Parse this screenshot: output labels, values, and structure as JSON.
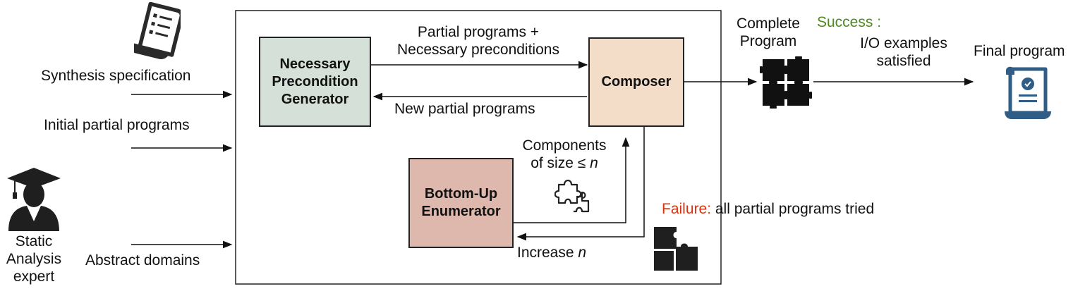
{
  "left_inputs": {
    "spec": "Synthesis specification",
    "initial": "Initial partial programs",
    "domains": "Abstract domains",
    "expert": [
      "Static",
      "Analysis",
      "expert"
    ]
  },
  "boxes": {
    "npg": [
      "Necessary",
      "Precondition",
      "Generator"
    ],
    "composer": "Composer",
    "enumerator": [
      "Bottom-Up",
      "Enumerator"
    ]
  },
  "edges": {
    "to_composer": [
      "Partial programs +",
      "Necessary preconditions"
    ],
    "new_partial": "New partial programs",
    "components": "Components",
    "size_prefix": "of size ≤ ",
    "n_var": "n",
    "increase": "Increase ",
    "complete": [
      "Complete",
      "Program"
    ]
  },
  "outcomes": {
    "success_label": "Success :",
    "success_text": [
      "I/O examples",
      "satisfied"
    ],
    "failure_label": "Failure:",
    "failure_text": " all partial programs tried",
    "final_program": "Final program"
  },
  "colors": {
    "npg_fill": "#d5e0d8",
    "composer_fill": "#f3ddc8",
    "enumerator_fill": "#deb8ad",
    "success": "#4e8a1f",
    "failure": "#d9320f",
    "icon_dark": "#1f1f1f",
    "final_icon": "#2f5d86"
  },
  "icons": [
    "document-scroll-icon",
    "graduate-expert-icon",
    "puzzle-outline-icon",
    "puzzle-complete-icon",
    "puzzle-partial-icon",
    "certificate-scroll-icon"
  ]
}
